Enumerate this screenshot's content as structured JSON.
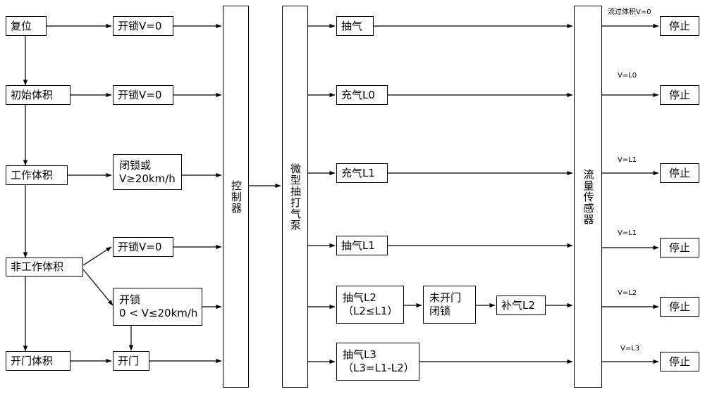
{
  "left_chain": {
    "reset": "复位",
    "initial_volume": "初始体积",
    "working_volume": "工作体积",
    "non_working_volume": "非工作体积",
    "door_open_volume": "开门体积"
  },
  "conditions": {
    "unlock_v0_a": "开锁V=0",
    "unlock_v0_b": "开锁V=0",
    "lock_or_speed_line1": "闭锁或",
    "lock_or_speed_line2": "V≥20km/h",
    "unlock_v0_c": "开锁V=0",
    "unlock_range_line1": "开锁",
    "unlock_range_line2": "0 < V≤20km/h",
    "open_door": "开门"
  },
  "controller": "控制器",
  "pump": "微型抽打气泵",
  "flow_sensor": "流量传感器",
  "actions": {
    "exhaust": "抽气",
    "inflate_l0": "充气L0",
    "inflate_l1": "充气L1",
    "exhaust_l1": "抽气L1",
    "exhaust_l2_line1": "抽气L2",
    "exhaust_l2_line2": "（L2≤L1）",
    "door_not_open_line1": "未开门",
    "door_not_open_line2": "闭锁",
    "refill_l2": "补气L2",
    "exhaust_l3_line1": "抽气L3",
    "exhaust_l3_line2": "（L3=L1-L2）"
  },
  "stop_conditions": [
    "流过体积V=0",
    "V=L0",
    "V=L1",
    "V=L1",
    "V=L2",
    "V=L3"
  ],
  "stop_label": "停止"
}
